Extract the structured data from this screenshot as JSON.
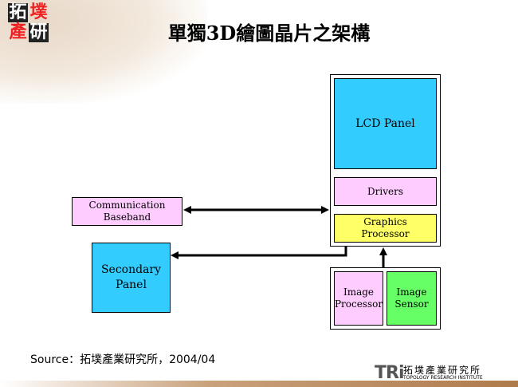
{
  "logo": {
    "chars": [
      "拓",
      "墣",
      "產",
      "研"
    ]
  },
  "title": "單獨3D繪圖晶片之架構",
  "blocks": {
    "lcd_panel": "LCD Panel",
    "drivers": "Drivers",
    "graphics_processor": "Graphics Processor",
    "communication_baseband": "Communication Baseband",
    "secondary_panel": "Secondary Panel",
    "image_processor": "Image Processor",
    "image_sensor": "Image Sensor"
  },
  "colors": {
    "pink": "#FFCCFF",
    "cyan": "#33CCFF",
    "yellow": "#FFFF66",
    "green": "#66FF66"
  },
  "source": "Source：拓墣產業研究所，2004/04",
  "footer": {
    "brand": "TRi",
    "name_cn": "拓墣產業研究所",
    "name_en": "TOPOLOGY RESEARCH INSTITUTE"
  }
}
